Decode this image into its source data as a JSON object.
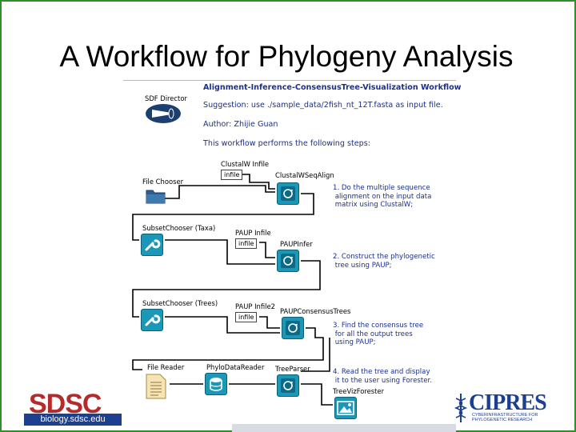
{
  "slide": {
    "title": "A Workflow for Phylogeny Analysis"
  },
  "workflow": {
    "director_label": "SDF Director",
    "header": {
      "title": "Alignment-Inference-ConsensusTree-Visualization Workflow",
      "suggestion": "Suggestion: use ./sample_data/2fish_nt_12T.fasta as input file.",
      "author": "Author: Zhijie Guan",
      "description": "This workflow performs the following steps:"
    },
    "actors": {
      "file_chooser": "File Chooser",
      "clustalw_infile": "ClustalW Infile",
      "clustalw_seqalign": "ClustalWSeqAlign",
      "subset_chooser_taxa": "SubsetChooser (Taxa)",
      "paup_infile": "PAUP Infile",
      "paup_infer": "PAUPInfer",
      "subset_chooser_trees": "SubsetChooser (Trees)",
      "paup_infile2": "PAUP Infile2",
      "paup_consensus": "PAUPConsensusTrees",
      "file_reader": "File Reader",
      "phylo_data_reader": "PhyloDataReader",
      "tree_parser": "TreeParser",
      "tree_viz_forester": "TreeVizForester",
      "port_infile": "infile"
    },
    "steps": [
      "1. Do the multiple sequence\n alignment on the input data\n matrix using ClustalW;",
      "2. Construct the phylogenetic\n tree using PAUP;",
      "3. Find the consensus tree\n for all the output trees\n using PAUP;",
      "4. Read the tree and display\n it to the user using Forester."
    ]
  },
  "logos": {
    "left_name": "SDSC",
    "left_url": "biology.sdsc.edu",
    "right_name": "CIPRES",
    "right_sub": "CYBERINFRASTRUCTURE FOR PHYLOGENETIC RESEARCH"
  },
  "colors": {
    "frame": "#2f8f2a",
    "actor": "#1b97b8",
    "note_text": "#1b2f8f",
    "sdsc": "#b52a2a",
    "cipres": "#1d3f8f"
  }
}
